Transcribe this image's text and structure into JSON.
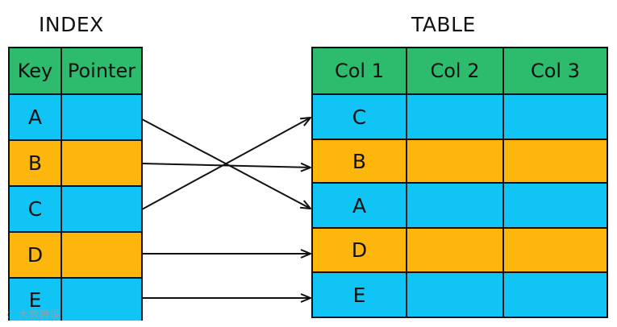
{
  "index": {
    "title": "INDEX",
    "headers": [
      "Key",
      "Pointer"
    ],
    "keys": [
      "A",
      "B",
      "C",
      "D",
      "E"
    ]
  },
  "table": {
    "title": "TABLE",
    "headers": [
      "Col 1",
      "Col 2",
      "Col 3"
    ],
    "rows": [
      "C",
      "B",
      "A",
      "D",
      "E"
    ]
  },
  "colors": {
    "header": "#2dbb6d",
    "blue": "#11c4f6",
    "orange": "#fdb60c",
    "line": "#111111"
  },
  "pointers": [
    {
      "from": "A",
      "to_row": 2
    },
    {
      "from": "B",
      "to_row": 1
    },
    {
      "from": "C",
      "to_row": 0
    },
    {
      "from": "D",
      "to_row": 3
    },
    {
      "from": "E",
      "to_row": 4
    }
  ],
  "watermark": {
    "text": "大数跨境",
    "icon": "logo-icon"
  }
}
